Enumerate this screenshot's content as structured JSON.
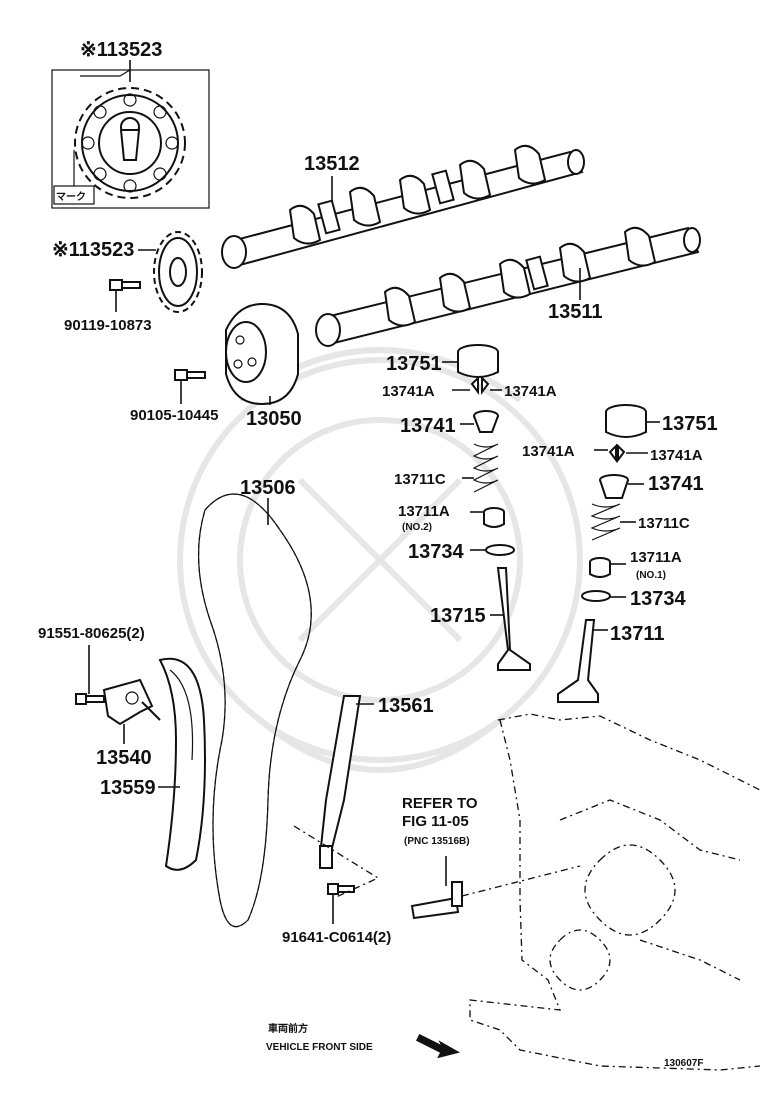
{
  "labels": {
    "sprocket_detail": "※113523",
    "mark": "マーク",
    "exhaust_camshaft": "13512",
    "sprocket": "※113523",
    "bolt_sprocket": "90119-10873",
    "intake_camshaft": "13511",
    "vvt_gear": "13050",
    "bolt_vvt": "90105-10445",
    "lifter_a": "13751",
    "keeper_a_left": "13741A",
    "keeper_a_right": "13741A",
    "retainer_a": "13741",
    "spring_a": "13711C",
    "seat_a": "13711A",
    "seat_a_note": "(NO.2)",
    "seal_a": "13734",
    "exhaust_valve": "13715",
    "lifter_b": "13751",
    "keeper_b_left": "13741A",
    "keeper_b_right": "13741A",
    "retainer_b": "13741",
    "spring_b": "13711C",
    "seat_b": "13711A",
    "seat_b_note": "(NO.1)",
    "seal_b": "13734",
    "intake_valve": "13711",
    "chain": "13506",
    "bolt_tensioner": "91551-80625(2)",
    "tensioner": "13540",
    "slipper": "13559",
    "damper": "13561",
    "refer_line1": "REFER TO",
    "refer_line2": "FIG 11-05",
    "refer_line3": "(PNC 13516B)",
    "bolt_damper": "91641-C0614(2)",
    "front_jp": "車両前方",
    "front_en": "VEHICLE FRONT SIDE",
    "figure_id": "130607F"
  },
  "colors": {
    "ink": "#111111",
    "watermark": "#e6e6e6",
    "background": "#ffffff"
  }
}
